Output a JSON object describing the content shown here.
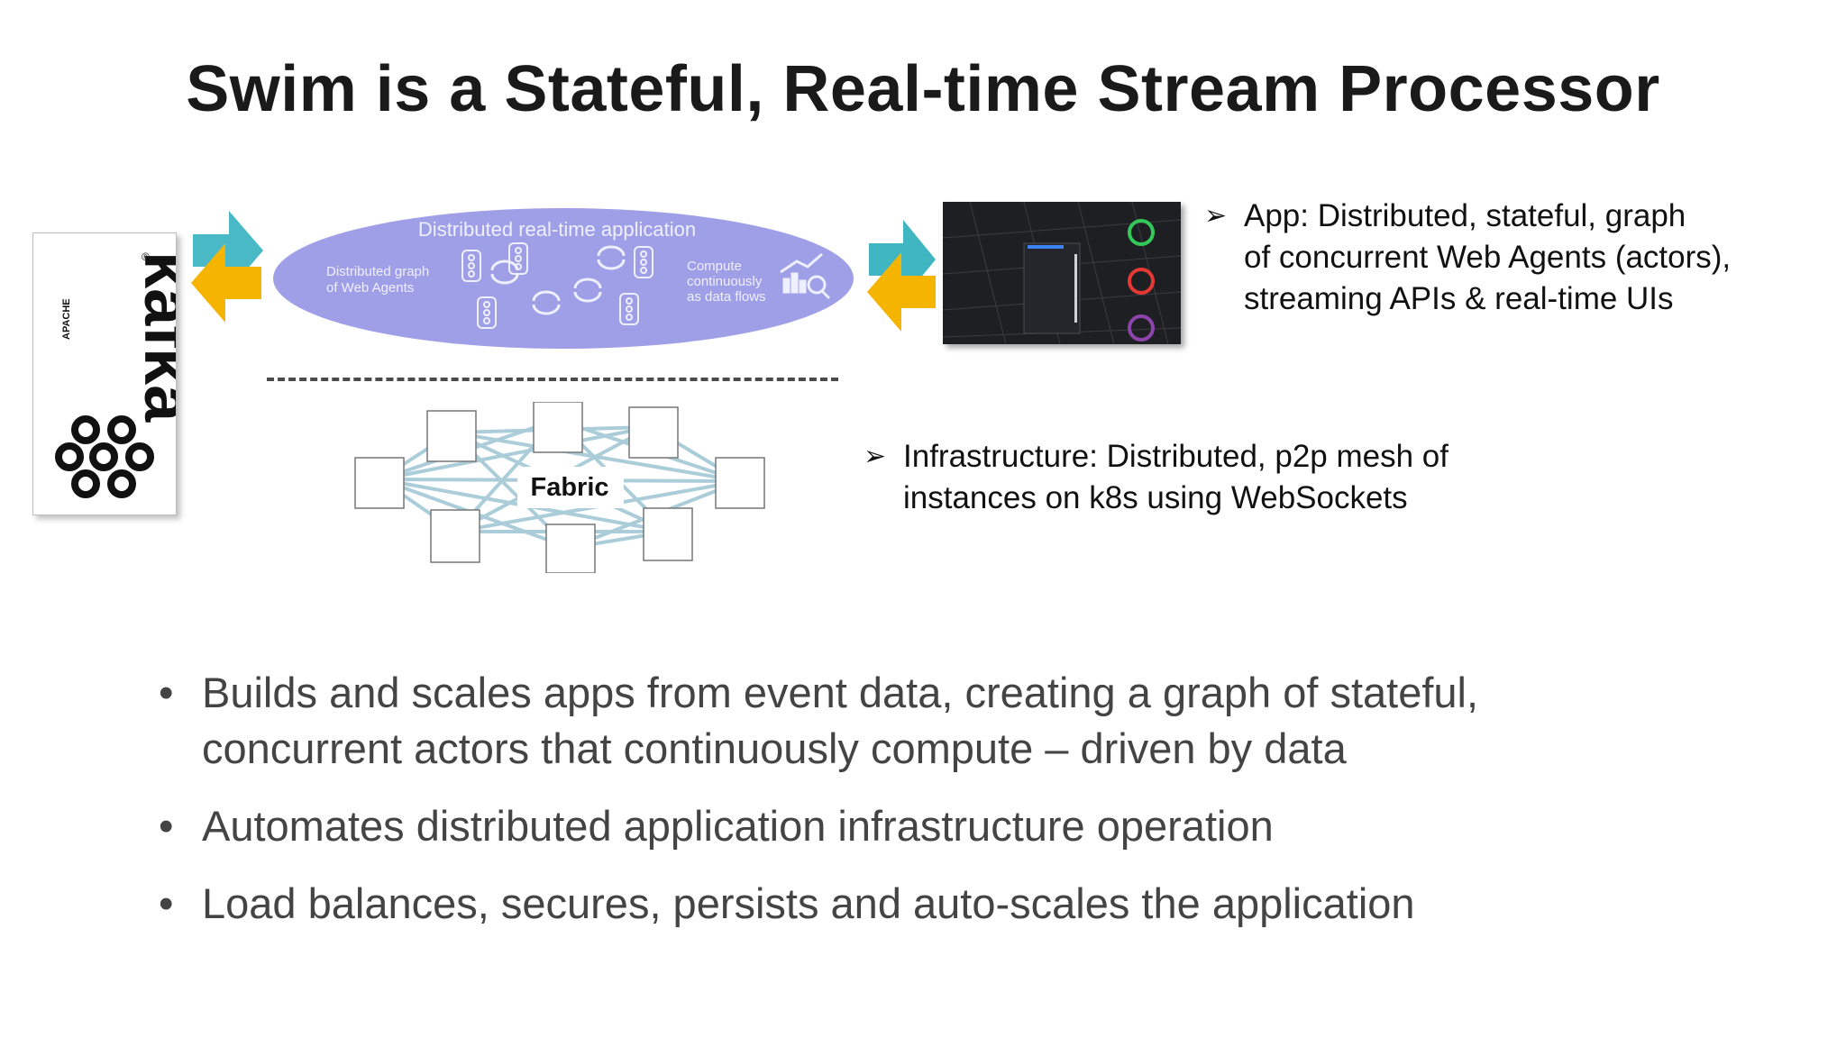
{
  "title": "Swim is a Stateful, Real-time Stream Processor",
  "kafka_logo": {
    "brand": "kafka",
    "prefix": "APACHE",
    "mark": "®",
    "icon": "kafka-logo-icon"
  },
  "app_diagram": {
    "heading": "Distributed real-time application",
    "left_caption": [
      "Distributed graph",
      "of Web Agents"
    ],
    "right_caption": [
      "Compute",
      "continuously",
      "as data flows"
    ],
    "fill_color": "#9f9fe8"
  },
  "fabric": {
    "label": "Fabric",
    "link_color": "#9dc5d3"
  },
  "callouts": [
    {
      "marker": "➢",
      "lines": [
        "App: Distributed, stateful, graph",
        "of concurrent Web Agents (actors),",
        "streaming APIs & real-time UIs"
      ]
    },
    {
      "marker": "➢",
      "lines": [
        "Infrastructure: Distributed, p2p mesh of",
        "instances on k8s using WebSockets"
      ]
    }
  ],
  "bullets": [
    {
      "lines": [
        "Builds and scales apps from event data, creating a graph of stateful,",
        "concurrent actors that continuously compute – driven by data"
      ]
    },
    {
      "lines": [
        "Automates distributed application infrastructure operation"
      ]
    },
    {
      "lines": [
        "Load balances, secures, persists and auto-scales the application"
      ]
    }
  ],
  "colors": {
    "arrow_teal": "#3fb6c2",
    "arrow_gold": "#f4b400",
    "title": "#1a1a1a",
    "body_text": "#444444"
  }
}
